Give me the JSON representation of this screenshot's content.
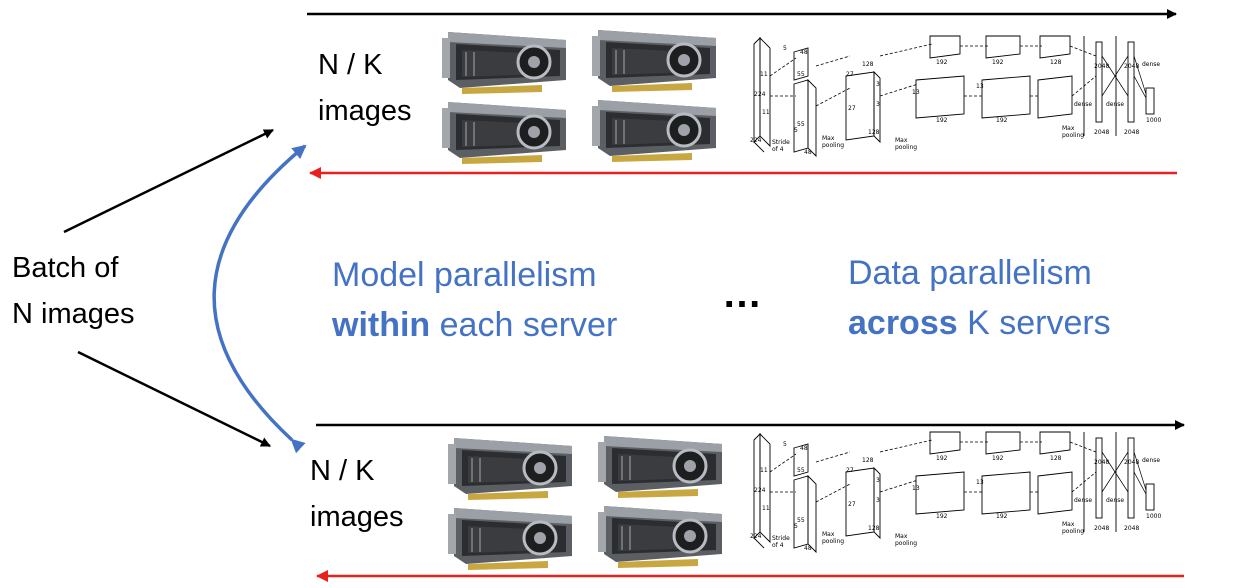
{
  "batch": {
    "line1": "Batch of",
    "line2": "N images"
  },
  "servers": [
    {
      "line1": "N / K",
      "line2": "images"
    },
    {
      "line1": "N / K",
      "line2": "images"
    }
  ],
  "model_parallelism": {
    "line1": "Model parallelism",
    "bold": "within",
    "rest": " each server"
  },
  "data_parallelism": {
    "line1": "Data parallelism",
    "bold": "across",
    "rest": " K servers"
  },
  "ellipsis": "…",
  "network": {
    "stride_1": "Stride",
    "stride_2": "of 4",
    "max_pooling_1": "Max",
    "max_pooling_2": "pooling",
    "dense": "dense",
    "nums": [
      "224",
      "224",
      "11",
      "11",
      "5",
      "5",
      "55",
      "55",
      "48",
      "48",
      "27",
      "27",
      "128",
      "128",
      "3",
      "3",
      "13",
      "13",
      "192",
      "192",
      "192",
      "192",
      "128",
      "2048",
      "2048",
      "2048",
      "2048",
      "1000"
    ]
  },
  "colors": {
    "forward": "#000000",
    "backward": "#e8201f",
    "accent": "#4472c4"
  }
}
